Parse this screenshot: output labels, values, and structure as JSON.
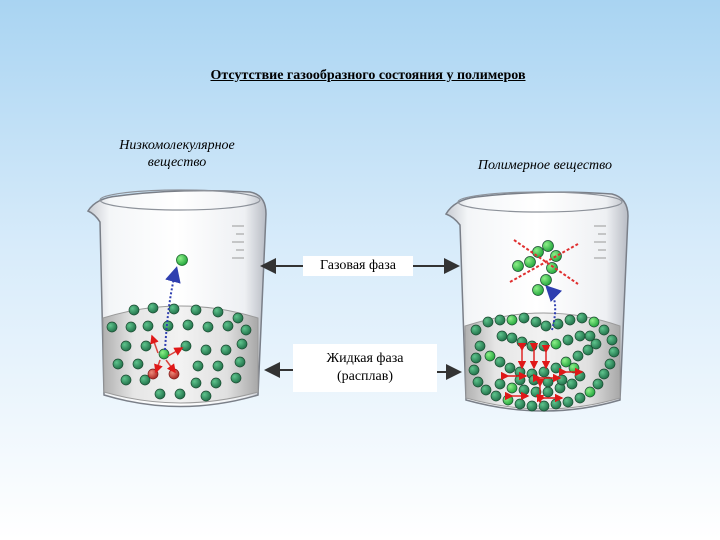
{
  "title": "Отсутствие газообразного состояния у полимеров",
  "left_beaker": {
    "label_line1": "Низкомолекулярное",
    "label_line2": "вещество"
  },
  "right_beaker": {
    "label": "Полимерное вещество"
  },
  "phases": {
    "gas": "Газовая фаза",
    "liquid_line1": "Жидкая фаза",
    "liquid_line2": "(расплав)"
  },
  "colors": {
    "molecule_dark": "#2e8a5c",
    "molecule_light": "#37c94f",
    "molecule_red": "#d8433d",
    "arrow_dark": "#333333",
    "escape_arrow": "#2f3fb0",
    "bond_arrow": "#e01818",
    "cross": "#e03030"
  }
}
